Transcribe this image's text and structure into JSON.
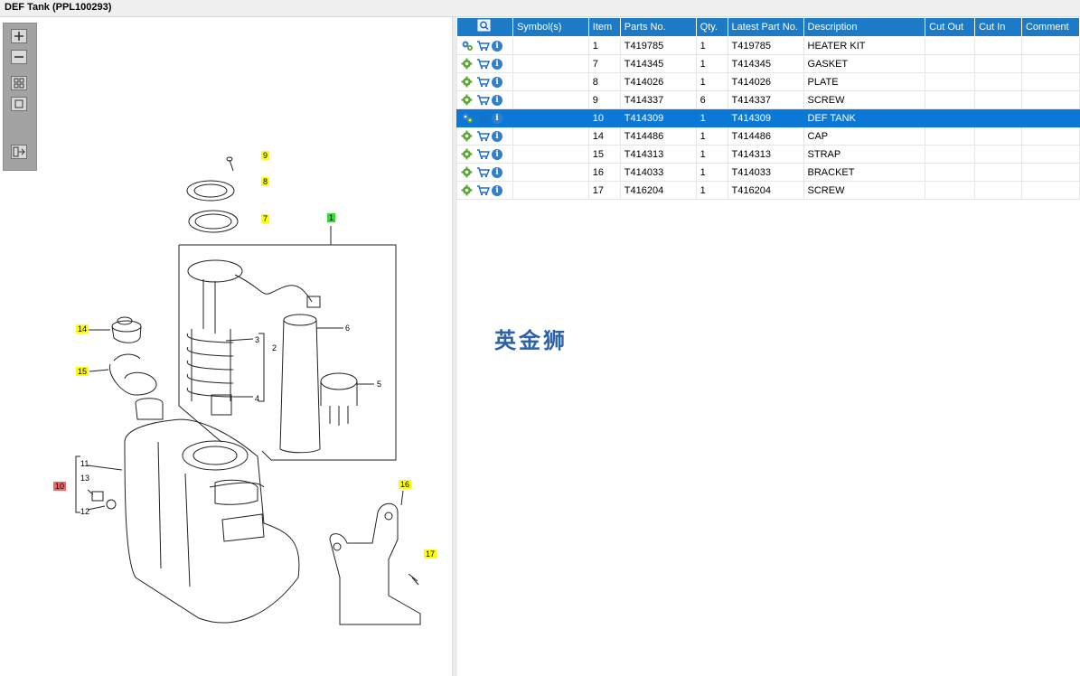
{
  "window": {
    "title": "DEF Tank (PPL100293)"
  },
  "toolbar": {
    "icons": [
      "zoom-in-icon",
      "zoom-out-icon",
      "fit-all-icon",
      "actual-size-icon",
      "export-icon"
    ]
  },
  "diagram": {
    "callouts": [
      "9",
      "8",
      "7",
      "1",
      "14",
      "15",
      "10",
      "16",
      "17"
    ],
    "labels": [
      "6",
      "3",
      "2",
      "4",
      "5",
      "11",
      "13",
      "12"
    ],
    "highlight_colors": {
      "yellow": "#ffff00",
      "green": "#33dd33",
      "red": "#ee6666"
    }
  },
  "table": {
    "columns": [
      "",
      "Symbol(s)",
      "Item",
      "Parts No.",
      "Qty.",
      "Latest Part No.",
      "Description",
      "Cut Out",
      "Cut In",
      "Comment"
    ],
    "rows": [
      {
        "item": "1",
        "part": "T419785",
        "qty": "1",
        "latest": "T419785",
        "desc": "HEATER KIT"
      },
      {
        "item": "7",
        "part": "T414345",
        "qty": "1",
        "latest": "T414345",
        "desc": "GASKET"
      },
      {
        "item": "8",
        "part": "T414026",
        "qty": "1",
        "latest": "T414026",
        "desc": "PLATE"
      },
      {
        "item": "9",
        "part": "T414337",
        "qty": "6",
        "latest": "T414337",
        "desc": "SCREW"
      },
      {
        "item": "10",
        "part": "T414309",
        "qty": "1",
        "latest": "T414309",
        "desc": "DEF TANK"
      },
      {
        "item": "14",
        "part": "T414486",
        "qty": "1",
        "latest": "T414486",
        "desc": "CAP"
      },
      {
        "item": "15",
        "part": "T414313",
        "qty": "1",
        "latest": "T414313",
        "desc": "STRAP"
      },
      {
        "item": "16",
        "part": "T414033",
        "qty": "1",
        "latest": "T414033",
        "desc": "BRACKET"
      },
      {
        "item": "17",
        "part": "T416204",
        "qty": "1",
        "latest": "T416204",
        "desc": "SCREW"
      }
    ],
    "selected_row_index": 4,
    "selection_color": "#0b78d7",
    "header_color": "#1c7ac6"
  },
  "watermark": {
    "text": "英金狮"
  }
}
